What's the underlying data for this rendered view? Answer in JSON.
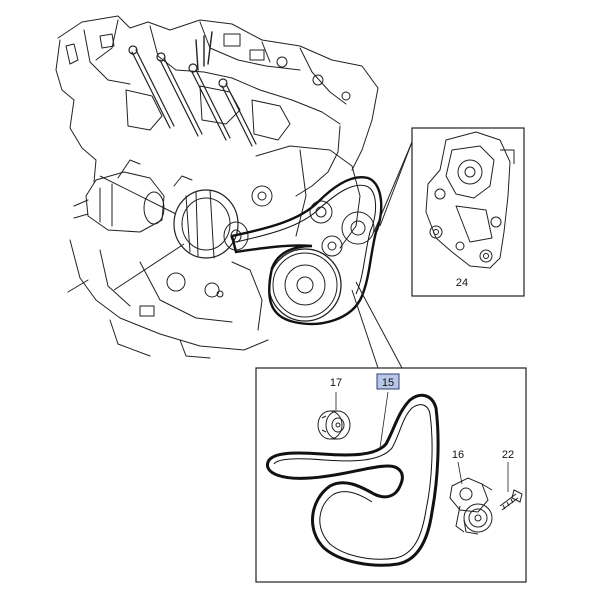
{
  "callouts": {
    "c17": "17",
    "c15": "15",
    "c16": "16",
    "c22": "22",
    "c24": "24"
  },
  "highlight": {
    "part": "15",
    "color": "#b9c7e6"
  },
  "icons": {
    "engine": "engine-assembly-icon",
    "belt": "drive-belt-icon",
    "idler": "idler-pulley-icon",
    "tensioner": "belt-tensioner-icon",
    "bolt": "bolt-icon",
    "bracket": "mounting-bracket-icon"
  }
}
